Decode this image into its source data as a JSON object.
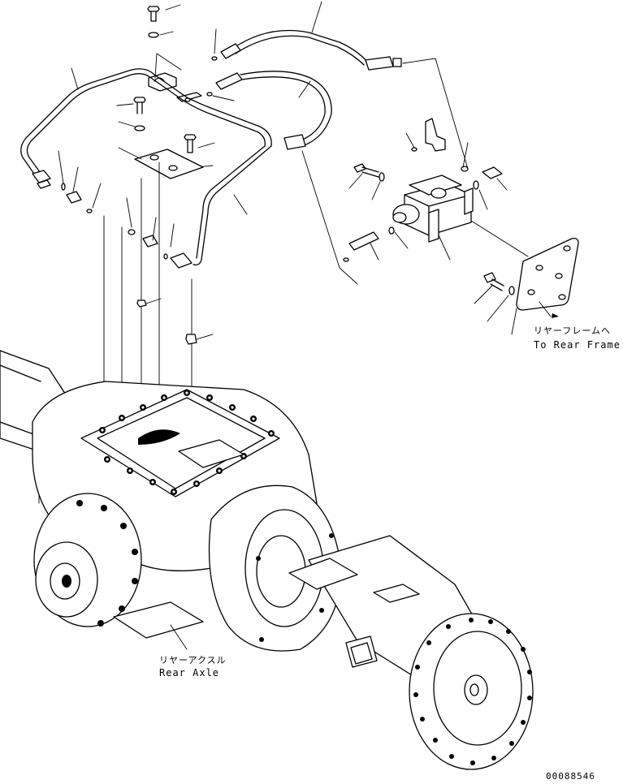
{
  "labels": {
    "rear_frame_jp": "リヤーフレームへ",
    "rear_frame_en": "To Rear Frame",
    "rear_axle_jp": "リヤーアクスル",
    "rear_axle_en": "Rear Axle",
    "drawing_number": "00088546"
  },
  "style": {
    "line_color": "#000000",
    "background_color": "#ffffff"
  }
}
